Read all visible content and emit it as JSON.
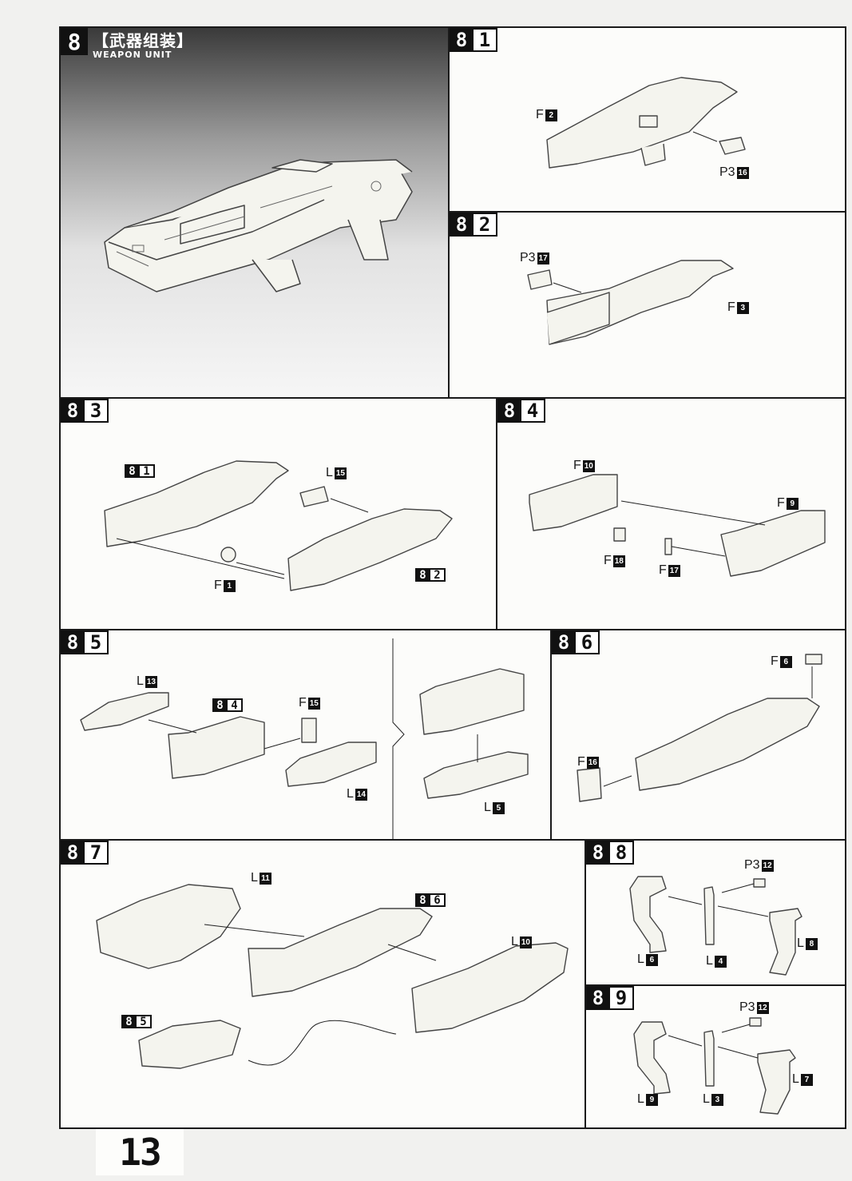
{
  "title": {
    "number": "8",
    "zh": "【武器组装】",
    "en": "WEAPON UNIT"
  },
  "steps": {
    "s81": {
      "a": "8",
      "b": "1",
      "parts": [
        {
          "code": "F",
          "num": "2"
        },
        {
          "code": "P3",
          "num": "16"
        }
      ]
    },
    "s82": {
      "a": "8",
      "b": "2",
      "parts": [
        {
          "code": "P3",
          "num": "17"
        },
        {
          "code": "F",
          "num": "3"
        }
      ]
    },
    "s83": {
      "a": "8",
      "b": "3",
      "refs": [
        {
          "a": "8",
          "b": "1"
        },
        {
          "a": "8",
          "b": "2"
        }
      ],
      "parts": [
        {
          "code": "L",
          "num": "15"
        },
        {
          "code": "F",
          "num": "1"
        }
      ]
    },
    "s84": {
      "a": "8",
      "b": "4",
      "parts": [
        {
          "code": "F",
          "num": "10"
        },
        {
          "code": "F",
          "num": "9"
        },
        {
          "code": "F",
          "num": "18"
        },
        {
          "code": "F",
          "num": "17"
        }
      ]
    },
    "s85": {
      "a": "8",
      "b": "5",
      "refs": [
        {
          "a": "8",
          "b": "4"
        }
      ],
      "parts": [
        {
          "code": "L",
          "num": "13"
        },
        {
          "code": "F",
          "num": "15"
        },
        {
          "code": "L",
          "num": "14"
        },
        {
          "code": "L",
          "num": "5"
        }
      ]
    },
    "s86": {
      "a": "8",
      "b": "6",
      "parts": [
        {
          "code": "F",
          "num": "6"
        },
        {
          "code": "F",
          "num": "16"
        }
      ]
    },
    "s87": {
      "a": "8",
      "b": "7",
      "refs": [
        {
          "a": "8",
          "b": "6"
        },
        {
          "a": "8",
          "b": "5"
        }
      ],
      "parts": [
        {
          "code": "L",
          "num": "11"
        },
        {
          "code": "L",
          "num": "10"
        }
      ]
    },
    "s88": {
      "a": "8",
      "b": "8",
      "parts": [
        {
          "code": "P3",
          "num": "12"
        },
        {
          "code": "L",
          "num": "6"
        },
        {
          "code": "L",
          "num": "4"
        },
        {
          "code": "L",
          "num": "8"
        }
      ]
    },
    "s89": {
      "a": "8",
      "b": "9",
      "parts": [
        {
          "code": "P3",
          "num": "12"
        },
        {
          "code": "L",
          "num": "9"
        },
        {
          "code": "L",
          "num": "3"
        },
        {
          "code": "L",
          "num": "7"
        }
      ]
    }
  },
  "page_number": "13"
}
